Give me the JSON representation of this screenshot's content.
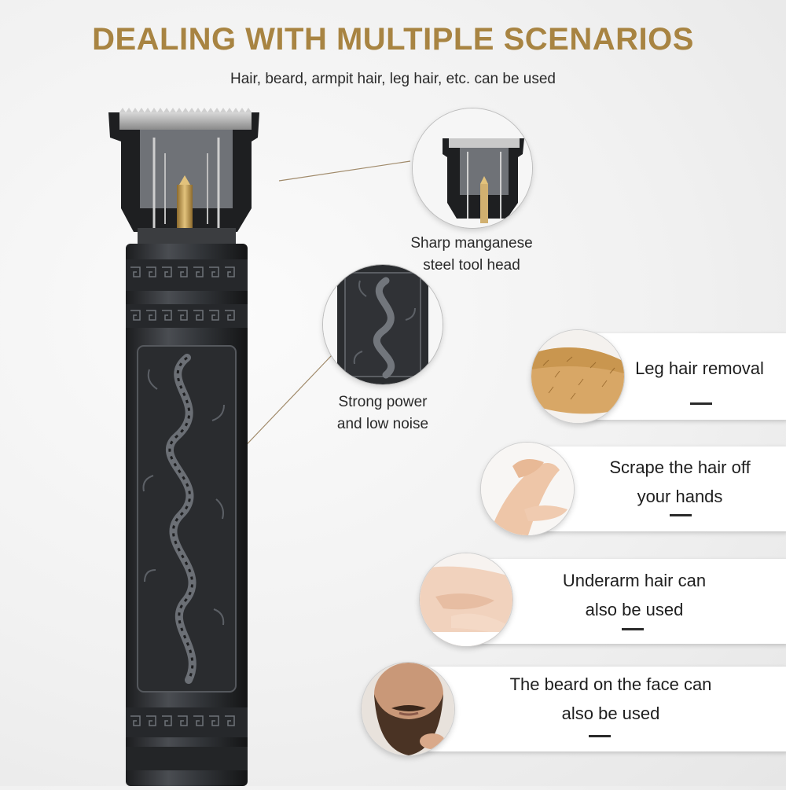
{
  "header": {
    "title": "DEALING WITH MULTIPLE SCENARIOS",
    "subtitle": "Hair, beard, armpit hair, leg hair, etc. can be used"
  },
  "callouts": [
    {
      "line1": "Sharp manganese",
      "line2": "steel tool head",
      "icon": "trimmer-head-closeup"
    },
    {
      "line1": "Strong power",
      "line2": "and low noise",
      "icon": "dragon-engraving-closeup"
    }
  ],
  "scenarios": [
    {
      "line1": "Leg hair removal",
      "line2": "",
      "icon": "leg-hair-photo"
    },
    {
      "line1": "Scrape the hair off",
      "line2": "your hands",
      "icon": "arm-hand-photo"
    },
    {
      "line1": "Underarm hair can",
      "line2": "also be used",
      "icon": "underarm-photo"
    },
    {
      "line1": "The beard on the face can",
      "line2": "also be used",
      "icon": "beard-face-photo"
    }
  ],
  "colors": {
    "title": "#a88442",
    "trimmer_body": "#2e3033",
    "gold_accent": "#c9a45a"
  }
}
